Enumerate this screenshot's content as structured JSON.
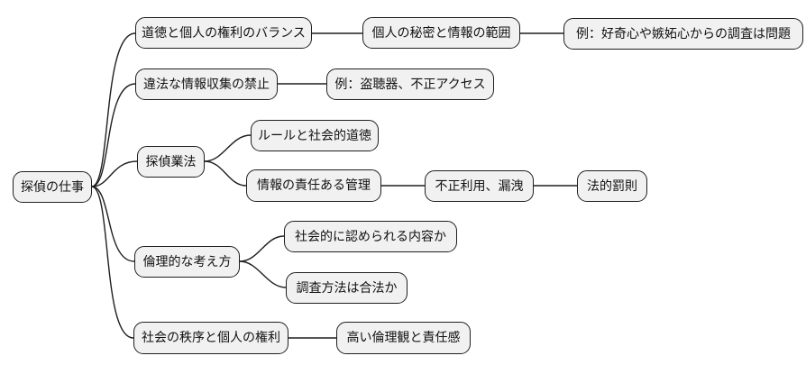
{
  "diagram_type": "mindmap",
  "colors": {
    "background": "#ffffff",
    "node_fill": "#f1f1f1",
    "node_border": "#1f1f1f",
    "edge": "#1f1f1f",
    "text": "#111111"
  },
  "mindmap": {
    "root": {
      "label": "探偵の仕事",
      "children": [
        {
          "label": "道徳と個人の権利のバランス",
          "children": [
            {
              "label": "個人の秘密と情報の範囲",
              "children": [
                {
                  "label": "例：好奇心や嫉妬心からの調査は問題"
                }
              ]
            }
          ]
        },
        {
          "label": "違法な情報収集の禁止",
          "children": [
            {
              "label": "例：盗聴器、不正アクセス"
            }
          ]
        },
        {
          "label": "探偵業法",
          "children": [
            {
              "label": "ルールと社会的道徳"
            },
            {
              "label": "情報の責任ある管理",
              "children": [
                {
                  "label": "不正利用、漏洩",
                  "children": [
                    {
                      "label": "法的罰則"
                    }
                  ]
                }
              ]
            }
          ]
        },
        {
          "label": "倫理的な考え方",
          "children": [
            {
              "label": "社会的に認められる内容か"
            },
            {
              "label": "調査方法は合法か"
            }
          ]
        },
        {
          "label": "社会の秩序と個人の権利",
          "children": [
            {
              "label": "高い倫理観と責任感"
            }
          ]
        }
      ]
    }
  }
}
